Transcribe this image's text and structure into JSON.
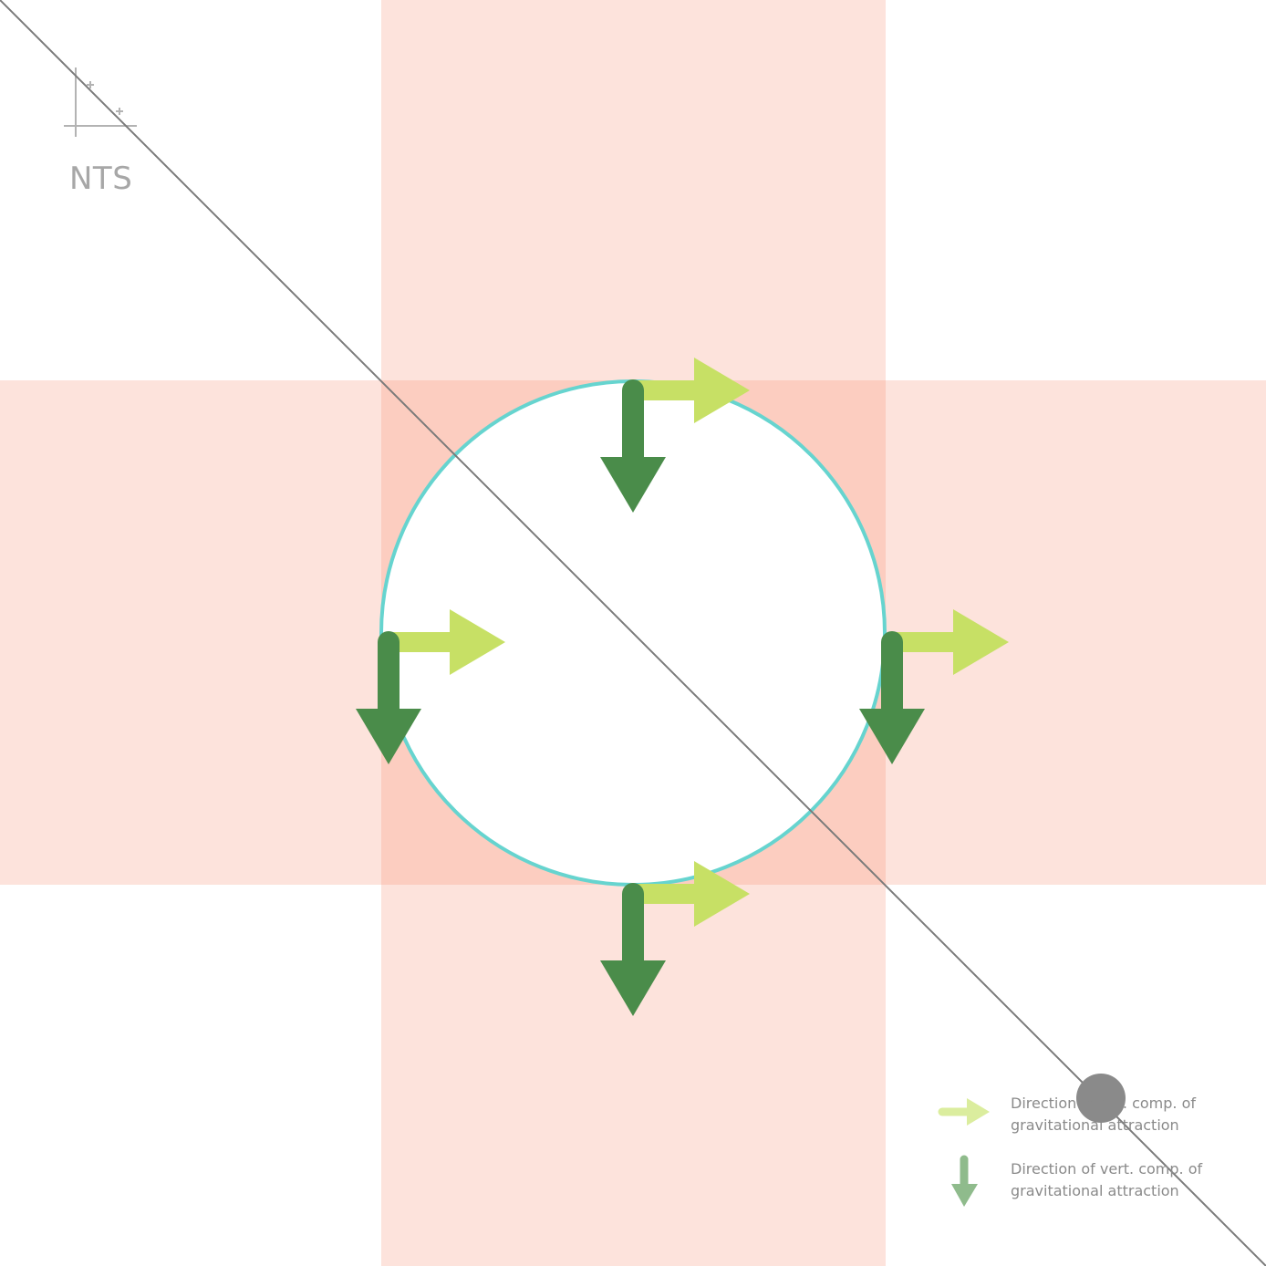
{
  "diagram": {
    "scale_note": "NTS",
    "colors": {
      "band_fill": "#fde3dc",
      "band_overlap_fill": "#fccdc0",
      "circle_stroke": "#66d4cf",
      "horizontal_arrow": "#c7e065",
      "vertical_arrow": "#4a8c4a",
      "legend_horizontal_arrow": "#dbed9e",
      "legend_vertical_arrow": "#8fbb8c",
      "diagonal_line": "#7a7a7a",
      "marker_dot": "#8a8a8a",
      "axis_icon": "#b3b3b3"
    },
    "icons": {
      "axis": "axis-corner-icon",
      "horizontal_component": "arrow-right-icon",
      "vertical_component": "arrow-down-icon"
    },
    "arrow_positions": [
      "top",
      "left",
      "right",
      "bottom"
    ]
  },
  "legend": {
    "horizontal": {
      "line1": "Direction of hor. comp. of",
      "line2": "gravitational attraction"
    },
    "vertical": {
      "line1": "Direction of vert. comp. of",
      "line2": "gravitational attraction"
    }
  }
}
